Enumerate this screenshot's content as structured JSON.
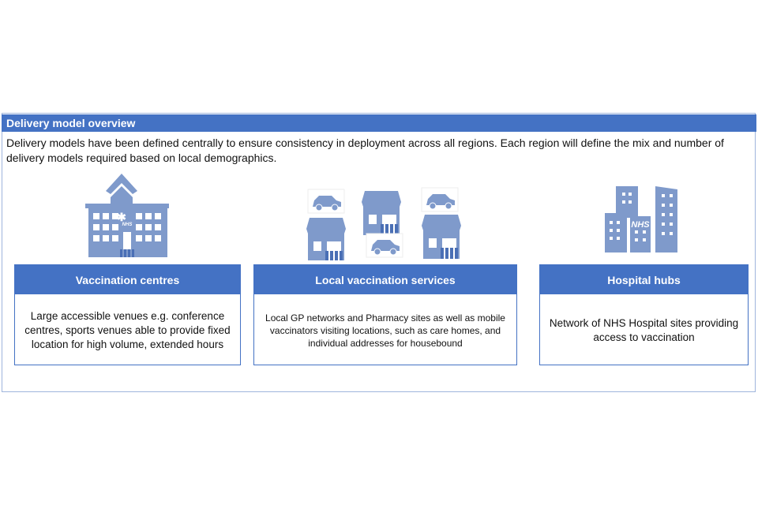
{
  "title": "Delivery model overview",
  "description": "Delivery models have been defined centrally to ensure consistency in deployment across all regions. Each region will define the mix and number of delivery models required based on local demographics.",
  "icon_label": "NHS",
  "colors": {
    "header": "#4472c4",
    "icon": "#7f9acb"
  },
  "models": [
    {
      "title": "Vaccination centres",
      "text": "Large accessible venues e.g. conference centres, sports venues able to provide fixed location for high volume, extended hours",
      "icon": "hospital-building-icon"
    },
    {
      "title": "Local vaccination services",
      "text": "Local GP networks and Pharmacy sites as well as mobile vaccinators visiting locations, such as care homes, and individual addresses for housebound",
      "icon": "shops-and-cars-icon"
    },
    {
      "title": "Hospital hubs",
      "text": "Network of NHS Hospital sites providing access to vaccination",
      "icon": "hospital-towers-icon"
    }
  ]
}
